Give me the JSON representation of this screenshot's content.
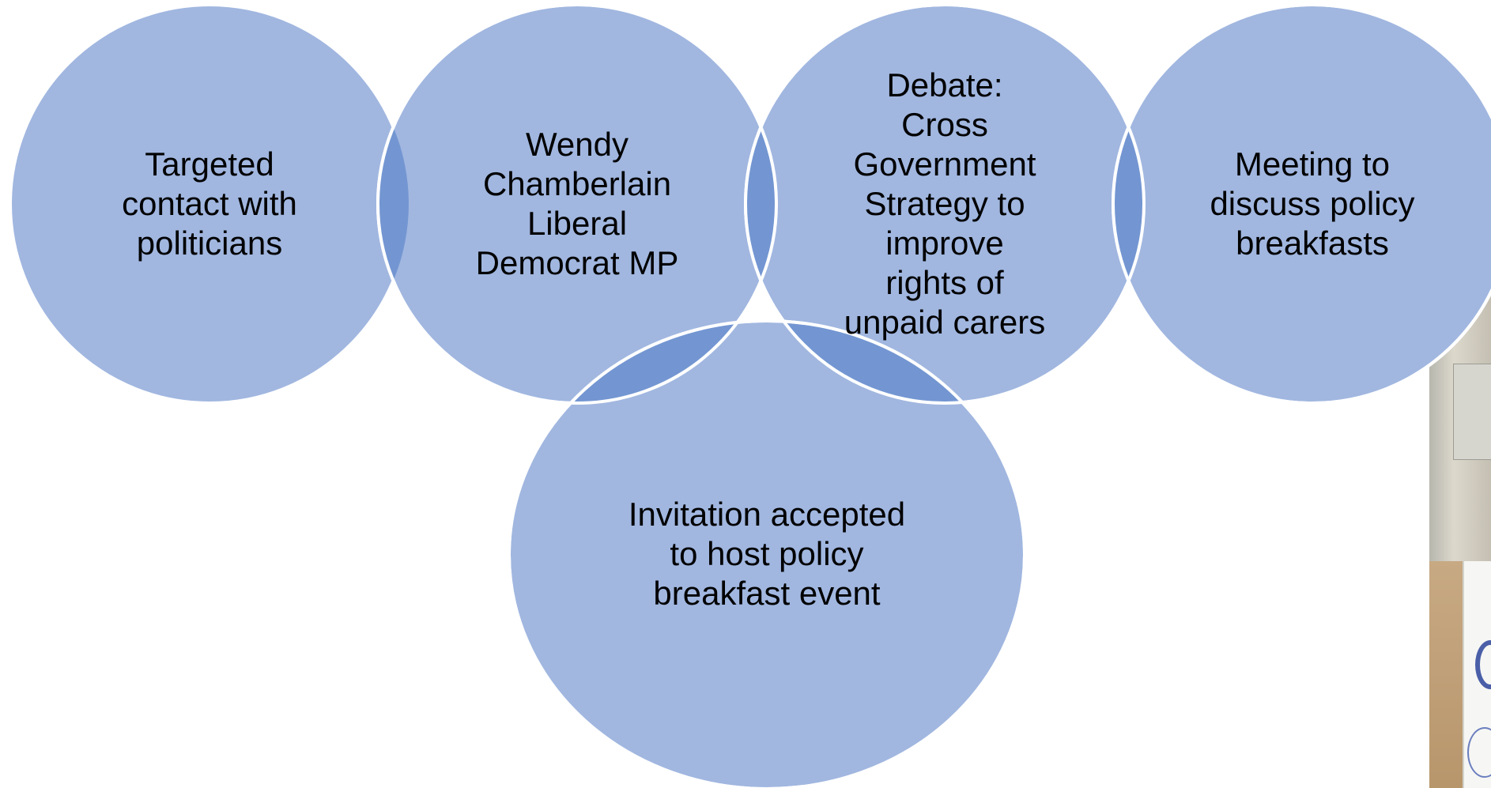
{
  "diagram": {
    "circles": [
      {
        "id": "targeted-contact",
        "label": "Targeted\ncontact with\npoliticians"
      },
      {
        "id": "wendy-chamberlain",
        "label": "Wendy\nChamberlain\nLiberal\nDemocrat MP"
      },
      {
        "id": "debate",
        "label": "Debate:\nCross\nGovernment\nStrategy to\nimprove\nrights of\nunpaid carers"
      },
      {
        "id": "meeting",
        "label": "Meeting to\ndiscuss policy\nbreakfasts"
      },
      {
        "id": "invitation",
        "label": "Invitation accepted\nto host policy\nbreakfast event"
      }
    ],
    "colors": {
      "circle_fill": "#a1b7e0",
      "overlap_fill": "#7396d2",
      "circle_stroke": "#ffffff",
      "text": "#000000"
    }
  },
  "photo": {
    "description_icon": "photo-fragment"
  }
}
